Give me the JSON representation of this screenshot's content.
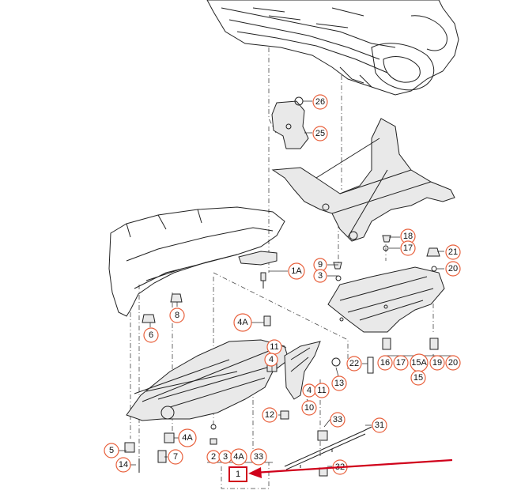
{
  "callouts": [
    {
      "id": "c26",
      "label": "26"
    },
    {
      "id": "c25",
      "label": "25"
    },
    {
      "id": "c18",
      "label": "18"
    },
    {
      "id": "c17",
      "label": "17"
    },
    {
      "id": "c21",
      "label": "21"
    },
    {
      "id": "c20a",
      "label": "20"
    },
    {
      "id": "c9",
      "label": "9"
    },
    {
      "id": "c3a",
      "label": "3"
    },
    {
      "id": "c1A",
      "label": "1A"
    },
    {
      "id": "c8",
      "label": "8"
    },
    {
      "id": "c6",
      "label": "6"
    },
    {
      "id": "c4Aa",
      "label": "4A"
    },
    {
      "id": "c11a",
      "label": "11"
    },
    {
      "id": "c4a",
      "label": "4"
    },
    {
      "id": "c22",
      "label": "22"
    },
    {
      "id": "c16",
      "label": "16"
    },
    {
      "id": "c17b",
      "label": "17"
    },
    {
      "id": "c15A",
      "label": "15A"
    },
    {
      "id": "c19",
      "label": "19"
    },
    {
      "id": "c20b",
      "label": "20"
    },
    {
      "id": "c15",
      "label": "15"
    },
    {
      "id": "c13",
      "label": "13"
    },
    {
      "id": "c4b",
      "label": "4"
    },
    {
      "id": "c11b",
      "label": "11"
    },
    {
      "id": "c10",
      "label": "10"
    },
    {
      "id": "c12",
      "label": "12"
    },
    {
      "id": "c33a",
      "label": "33"
    },
    {
      "id": "c31",
      "label": "31"
    },
    {
      "id": "c4Ab",
      "label": "4A"
    },
    {
      "id": "c5",
      "label": "5"
    },
    {
      "id": "c7",
      "label": "7"
    },
    {
      "id": "c14",
      "label": "14"
    },
    {
      "id": "c2",
      "label": "2"
    },
    {
      "id": "c3b",
      "label": "3"
    },
    {
      "id": "c4Ac",
      "label": "4A"
    },
    {
      "id": "c33b",
      "label": "33"
    },
    {
      "id": "c32",
      "label": "32"
    }
  ],
  "highlight": {
    "label": "1",
    "color": "#d0021b"
  },
  "colors": {
    "callout_ring": "#e8603c",
    "highlight": "#d0021b",
    "line": "#222222"
  }
}
